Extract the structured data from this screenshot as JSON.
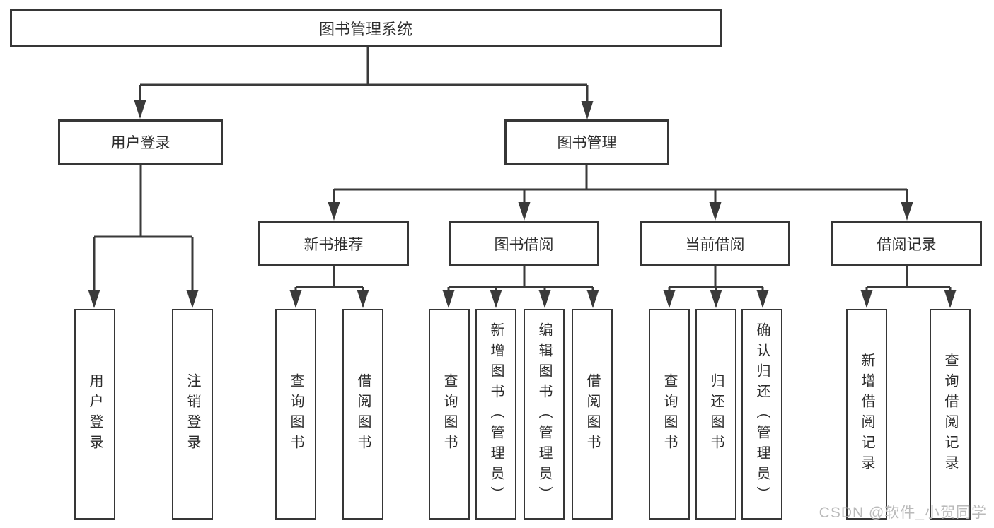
{
  "diagram": {
    "type": "hierarchy",
    "tree": {
      "root": {
        "label": "图书管理系统",
        "children": [
          {
            "label": "用户登录",
            "children": [
              {
                "label": "用户登录"
              },
              {
                "label": "注销登录"
              }
            ]
          },
          {
            "label": "图书管理",
            "children": [
              {
                "label": "新书推荐",
                "children": [
                  {
                    "label": "查询图书"
                  },
                  {
                    "label": "借阅图书"
                  }
                ]
              },
              {
                "label": "图书借阅",
                "children": [
                  {
                    "label": "查询图书"
                  },
                  {
                    "label": "新增图书（管理员）"
                  },
                  {
                    "label": "编辑图书（管理员）"
                  },
                  {
                    "label": "借阅图书"
                  }
                ]
              },
              {
                "label": "当前借阅",
                "children": [
                  {
                    "label": "查询图书"
                  },
                  {
                    "label": "归还图书"
                  },
                  {
                    "label": "确认归还（管理员）"
                  }
                ]
              },
              {
                "label": "借阅记录",
                "children": [
                  {
                    "label": "新增借阅记录"
                  },
                  {
                    "label": "查询借阅记录"
                  }
                ]
              }
            ]
          }
        ]
      }
    }
  },
  "watermark": {
    "text": "CSDN @软件_小贺同学"
  },
  "colors": {
    "line": "#3a3a3a",
    "box_border": "#363636",
    "box_fill": "#ffffff",
    "text": "#2d2d2d",
    "watermark": "#b7b7b7",
    "bg": "#ffffff"
  }
}
